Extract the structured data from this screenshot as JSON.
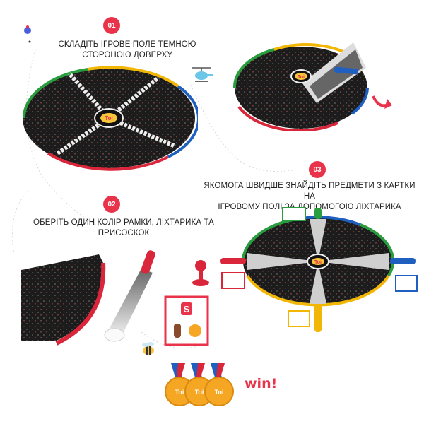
{
  "steps": [
    {
      "number": "01",
      "text_line1": "СКЛАДІТЬ ІГРОВЕ ПОЛЕ ТЕМНОЮ",
      "text_line2": "СТОРОНОЮ ДОВЕРХУ"
    },
    {
      "number": "02",
      "text_line1": "ОБЕРІТЬ ОДИН КОЛІР РАМКИ, ЛІХТАРИКА ТА",
      "text_line2": "ПРИСОСКОК"
    },
    {
      "number": "03",
      "text_line1": "ЯКОМОГА ШВИДШЕ ЗНАЙДІТЬ ПРЕДМЕТИ З КАРТКИ НА",
      "text_line2": "ІГРОВОМУ ПОЛІ ЗА ДОПОМОГОЮ ЛІХТАРИКА"
    }
  ],
  "logo_text": "Toi",
  "card_letter": "S",
  "win_text": "win!",
  "colors": {
    "accent": "#e8334a",
    "board": "#1c1c1c",
    "green": "#2a9d3f",
    "blue": "#1f5fbf",
    "red": "#d9263b",
    "yellow": "#f2b705",
    "gold": "#f5a623"
  },
  "icons": [
    "moon-icon",
    "helicopter-icon",
    "bee-icon",
    "rotate-arrow-icon",
    "medal-icon"
  ]
}
